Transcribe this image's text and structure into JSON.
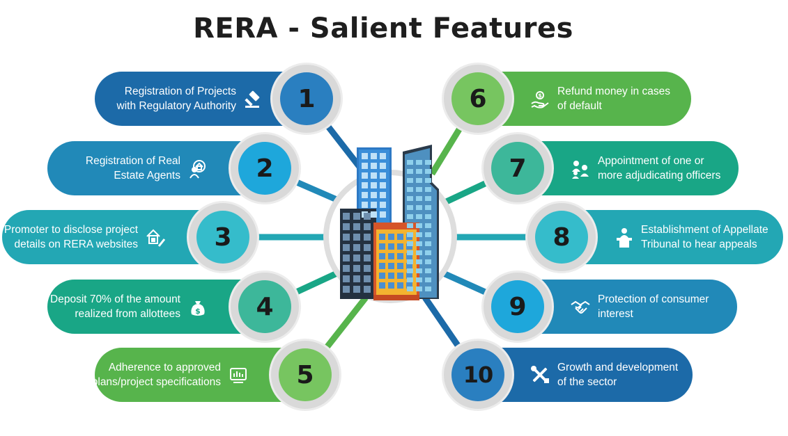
{
  "title": "RERA - Salient Features",
  "features": [
    {
      "number": "1",
      "text_line1": "Registration of Projects",
      "text_line2": "with Regulatory Authority",
      "icon": "gavel-icon",
      "color": "#1c6aa8"
    },
    {
      "number": "2",
      "text_line1": "Registration of Real",
      "text_line2": "Estate Agents",
      "icon": "agent-house-icon",
      "color": "#2189b8"
    },
    {
      "number": "3",
      "text_line1": "Promoter to disclose project",
      "text_line2": "details on RERA websites",
      "icon": "house-pencil-icon",
      "color": "#23a7b4"
    },
    {
      "number": "4",
      "text_line1": "Deposit 70% of the amount",
      "text_line2": "realized from allottees",
      "icon": "money-bag-icon",
      "color": "#19a686"
    },
    {
      "number": "5",
      "text_line1": "Adherence to approved",
      "text_line2": "plans/project specifications",
      "icon": "blueprint-screen-icon",
      "color": "#57b44c"
    },
    {
      "number": "6",
      "text_line1": "Refund money in cases",
      "text_line2": "of default",
      "icon": "refund-hand-icon",
      "color": "#57b44c"
    },
    {
      "number": "7",
      "text_line1": "Appointment of one or",
      "text_line2": "more adjudicating officers",
      "icon": "officers-icon",
      "color": "#19a686"
    },
    {
      "number": "8",
      "text_line1": "Establishment of Appellate",
      "text_line2": "Tribunal to hear appeals",
      "icon": "podium-speaker-icon",
      "color": "#23a7b4"
    },
    {
      "number": "9",
      "text_line1": "Protection of consumer",
      "text_line2": "interest",
      "icon": "handshake-icon",
      "color": "#2189b8"
    },
    {
      "number": "10",
      "text_line1": "Growth and development",
      "text_line2": "of the sector",
      "icon": "tools-icon",
      "color": "#1c6aa8"
    }
  ],
  "circle_colors": {
    "1": "#2a7fc0",
    "2": "#1ea7db",
    "3": "#35bccb",
    "4": "#3db79a",
    "5": "#77c560",
    "6": "#77c560",
    "7": "#3db79a",
    "8": "#35bccb",
    "9": "#1ea7db",
    "10": "#2a7fc0"
  },
  "connector_colors": {
    "1": "#1c6aa8",
    "2": "#2189b8",
    "3": "#23a7b4",
    "4": "#19a686",
    "5": "#57b44c",
    "6": "#57b44c",
    "7": "#19a686",
    "8": "#23a7b4",
    "9": "#2189b8",
    "10": "#1c6aa8"
  }
}
